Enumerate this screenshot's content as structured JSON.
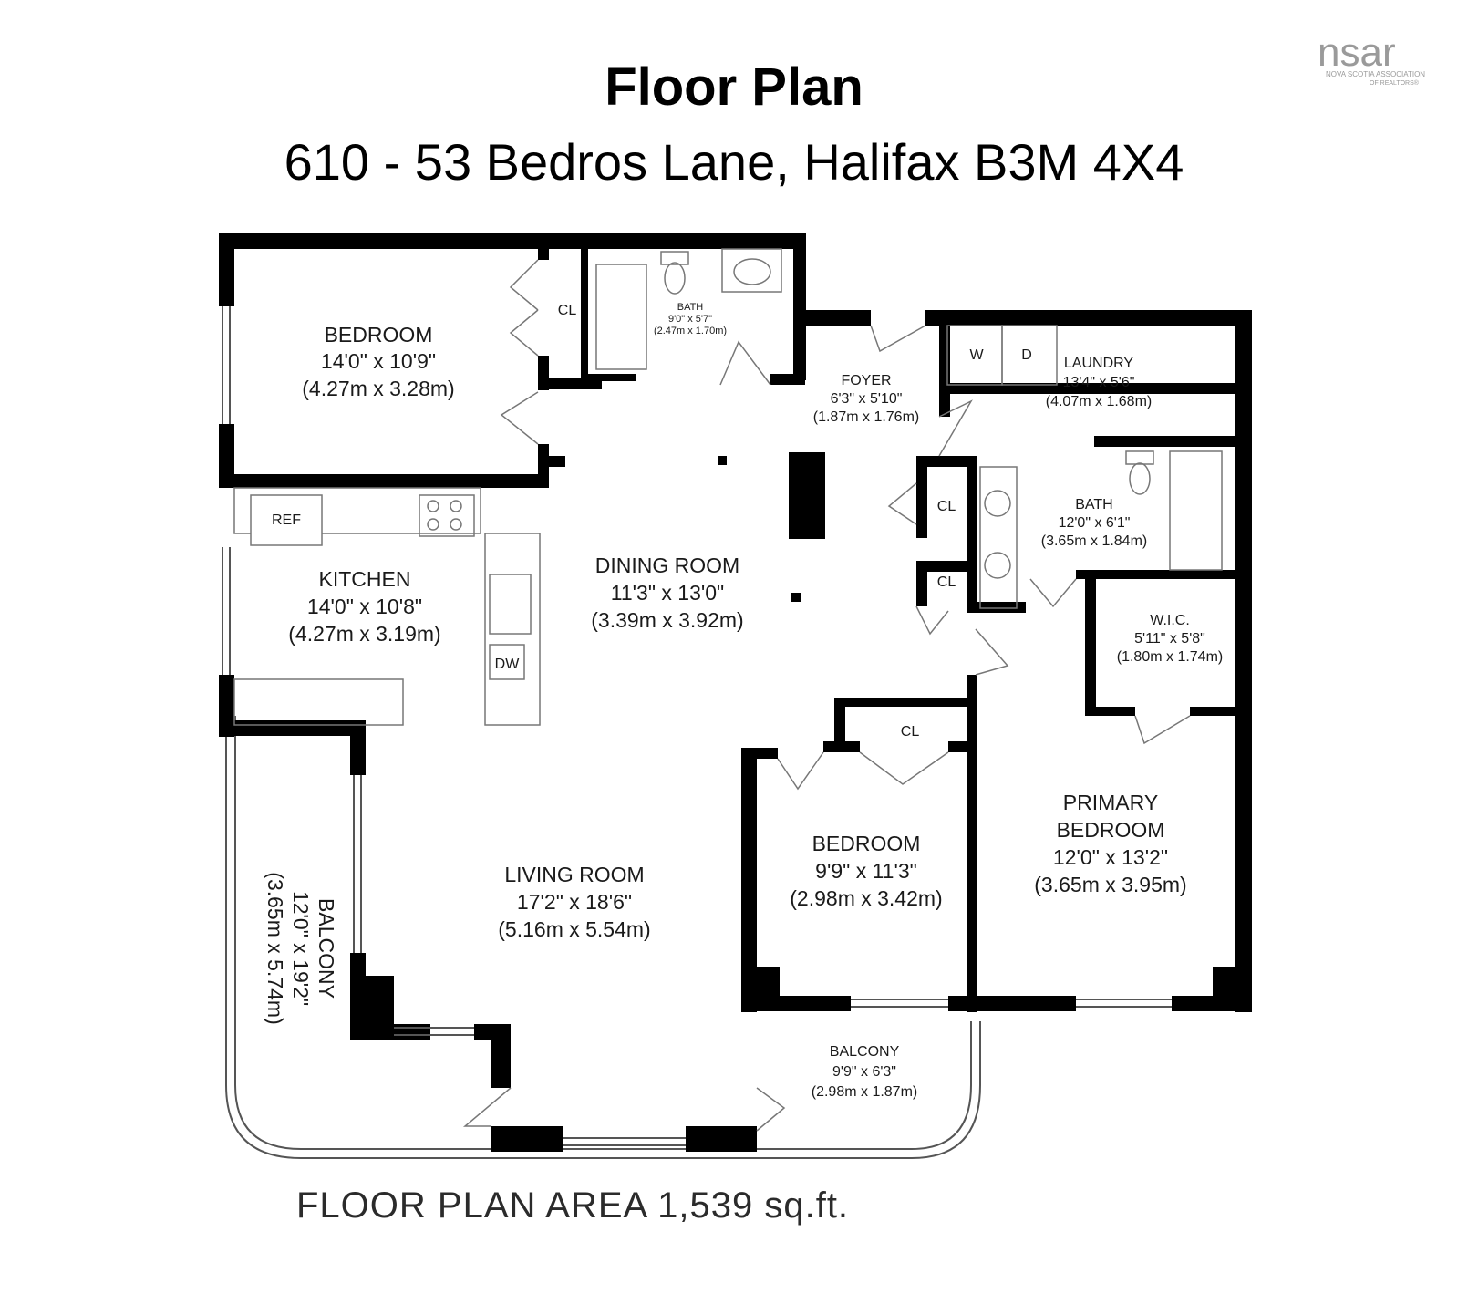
{
  "header": {
    "title": "Floor Plan",
    "address": "610 - 53 Bedros Lane, Halifax B3M 4X4"
  },
  "logo": {
    "wordmark": "nsar",
    "tagline_1": "NOVA SCOTIA ASSOCIATION",
    "tagline_2": "OF REALTORS®"
  },
  "rooms": {
    "bedroom1": {
      "name": "BEDROOM",
      "imperial": "14'0\" x 10'9\"",
      "metric": "(4.27m x 3.28m)"
    },
    "bath1": {
      "name": "BATH",
      "imperial": "9'0\" x 5'7\"",
      "metric": "(2.47m x 1.70m)"
    },
    "foyer": {
      "name": "FOYER",
      "imperial": "6'3\" x 5'10\"",
      "metric": "(1.87m x 1.76m)"
    },
    "laundry": {
      "name": "LAUNDRY",
      "imperial": "13'4\" x 5'6\"",
      "metric": "(4.07m x 1.68m)"
    },
    "kitchen": {
      "name": "KITCHEN",
      "imperial": "14'0\" x 10'8\"",
      "metric": "(4.27m x 3.19m)"
    },
    "dining": {
      "name": "DINING ROOM",
      "imperial": "11'3\" x 13'0\"",
      "metric": "(3.39m x 3.92m)"
    },
    "bath2": {
      "name": "BATH",
      "imperial": "12'0\" x 6'1\"",
      "metric": "(3.65m x 1.84m)"
    },
    "wic": {
      "name": "W.I.C.",
      "imperial": "5'11\" x 5'8\"",
      "metric": "(1.80m x 1.74m)"
    },
    "primary": {
      "name_1": "PRIMARY",
      "name_2": "BEDROOM",
      "imperial": "12'0\" x 13'2\"",
      "metric": "(3.65m x 3.95m)"
    },
    "bedroom2": {
      "name": "BEDROOM",
      "imperial": "9'9\" x 11'3\"",
      "metric": "(2.98m x 3.42m)"
    },
    "living": {
      "name": "LIVING ROOM",
      "imperial": "17'2\" x 18'6\"",
      "metric": "(5.16m x 5.54m)"
    },
    "balcony_side": {
      "name": "BALCONY",
      "imperial": "12'0\" x 19'2\"",
      "metric": "(3.65m x 5.74m)"
    },
    "balcony_front": {
      "name": "BALCONY",
      "imperial": "9'9\" x 6'3\"",
      "metric": "(2.98m x 1.87m)"
    }
  },
  "fixtures": {
    "closet": "CL",
    "ref": "REF",
    "dw": "DW",
    "washer": "W",
    "dryer": "D"
  },
  "footer": {
    "area_text": "FLOOR PLAN AREA 1,539 sq.ft."
  }
}
